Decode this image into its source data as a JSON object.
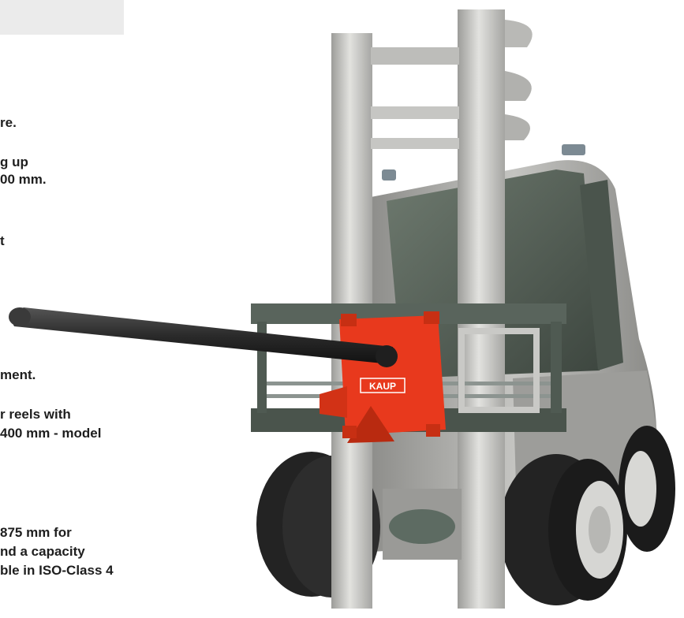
{
  "colors": {
    "accent": "#e8391d",
    "mast": "#c8c8c6",
    "carriage": "#4f5a52",
    "forklift_body": "#a9a9a6",
    "tyre": "#232323",
    "cabin_glass": "#5f6b60"
  },
  "text_lines": [
    "re.",
    "g up",
    "00 mm.",
    "t",
    "ment.",
    "r reels with",
    "400 mm - model",
    "875 mm for",
    "nd a capacity",
    "ble in ISO-Class 4"
  ],
  "illustration": {
    "subject": "forklift with reel-handling attachment",
    "brand_label": "KAUP"
  }
}
